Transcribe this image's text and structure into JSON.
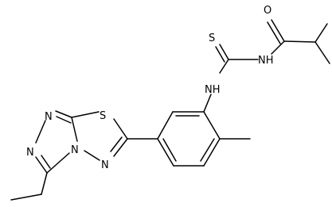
{
  "molecule": {
    "atom_labels": {
      "S_thioamide": "S",
      "NH_amide": "NH",
      "O_carbonyl": "O",
      "NH_aryl": "NH",
      "S_ring": "S",
      "N_ring_top": "N",
      "N_ring_left": "N",
      "N_ring_bridge": "N",
      "N_ring_bottom": "N"
    }
  }
}
